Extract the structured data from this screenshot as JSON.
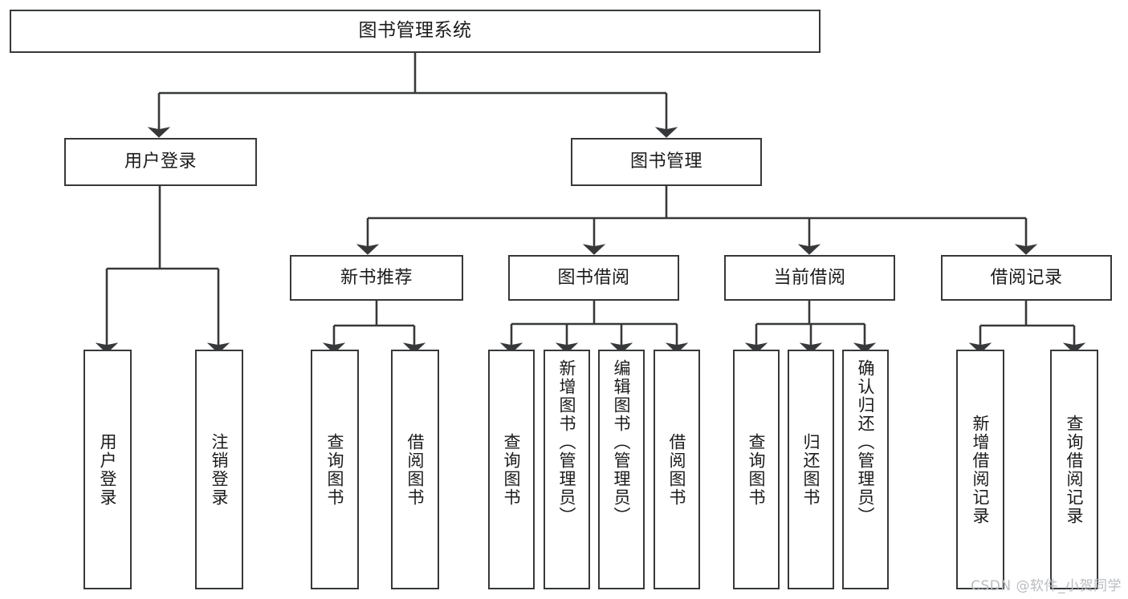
{
  "diagram": {
    "title": "图书管理系统",
    "type": "tree",
    "watermark": "CSDN @软件_小贺同学",
    "colors": {
      "stroke": "#36383a",
      "fill": "#ffffff",
      "text": "#1b1b1b",
      "watermark": "#b9bcc0"
    },
    "levels": {
      "root": {
        "label": "图书管理系统"
      },
      "level2": [
        {
          "label": "用户登录"
        },
        {
          "label": "图书管理"
        }
      ],
      "level3": [
        {
          "label": "新书推荐"
        },
        {
          "label": "图书借阅"
        },
        {
          "label": "当前借阅"
        },
        {
          "label": "借阅记录"
        }
      ],
      "leaves": {
        "user_login": [
          {
            "label": "用户登录"
          },
          {
            "label": "注销登录"
          }
        ],
        "new_book": [
          {
            "label": "查询图书"
          },
          {
            "label": "借阅图书"
          }
        ],
        "book_borrow": [
          {
            "label": "查询图书"
          },
          {
            "label": "新增图书（管理员）"
          },
          {
            "label": "编辑图书（管理员）"
          },
          {
            "label": "借阅图书"
          }
        ],
        "current_borrow": [
          {
            "label": "查询图书"
          },
          {
            "label": "归还图书"
          },
          {
            "label": "确认归还（管理员）"
          }
        ],
        "borrow_record": [
          {
            "label": "新增借阅记录"
          },
          {
            "label": "查询借阅记录"
          }
        ]
      }
    }
  }
}
